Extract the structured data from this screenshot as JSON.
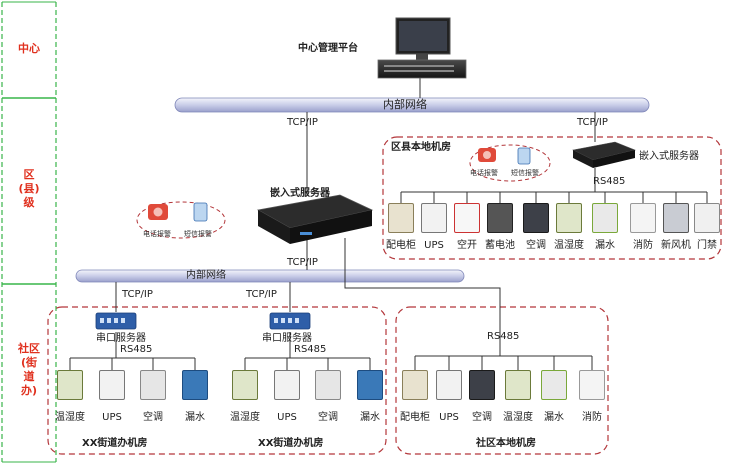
{
  "tiers": {
    "center": "中心",
    "district": [
      "区",
      "(县)",
      "级"
    ],
    "community": [
      "社区",
      "(街",
      "道",
      "办)"
    ]
  },
  "center": {
    "title": "中心管理平台"
  },
  "internal_network_top": "内部网络",
  "internal_network_sub": "内部网络",
  "tcpip": "TCP/IP",
  "rs485": "RS485",
  "district_room": {
    "title": "区县本地机房",
    "server": "嵌入式服务器",
    "alarm_phone": "电话报警",
    "alarm_sms": "短信报警",
    "devices": [
      "配电柜",
      "UPS",
      "空开",
      "蓄电池",
      "空调",
      "温湿度",
      "漏水",
      "消防",
      "新风机",
      "门禁"
    ]
  },
  "main_server": {
    "label": "嵌入式服务器",
    "alarm_phone": "电话报警",
    "alarm_sms": "短信报警"
  },
  "street_rooms": [
    {
      "title": "XX街道办机房",
      "server": "串口服务器",
      "devices": [
        "温湿度",
        "UPS",
        "空调",
        "漏水"
      ]
    },
    {
      "title": "XX街道办机房",
      "server": "串口服务器",
      "devices": [
        "温湿度",
        "UPS",
        "空调",
        "漏水"
      ]
    }
  ],
  "community_room": {
    "title": "社区本地机房",
    "devices": [
      "配电柜",
      "UPS",
      "空调",
      "温湿度",
      "漏水",
      "消防"
    ]
  },
  "colors": {
    "tier_red": "#e0301e",
    "tier_green": "#39b54a",
    "dashed_border": "#b3363a",
    "pipe": "#d9dcf2"
  }
}
